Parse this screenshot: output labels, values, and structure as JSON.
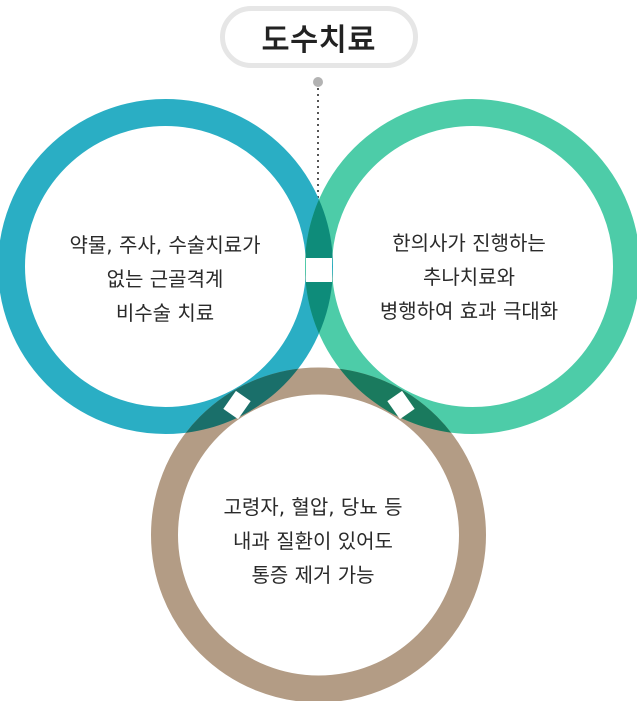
{
  "title": "도수치료",
  "circles": {
    "left": {
      "lines": [
        "약물, 주사, 수술치료가",
        "없는 근골격계",
        "비수술 치료"
      ],
      "color": "#2aaec4"
    },
    "right": {
      "lines": [
        "한의사가 진행하는",
        "추나치료와",
        "병행하여 효과 극대화"
      ],
      "color": "#4dcca8"
    },
    "bottom": {
      "lines": [
        "고령자, 혈압, 당뇨 등",
        "내과 질환이 있어도",
        "통증 제거 가능"
      ],
      "color": "#b39c85"
    }
  },
  "colors": {
    "overlap_dark_green": "#1a7a6e",
    "overlap_teal": "#0e8c7a",
    "pill_border": "#e6e6e6",
    "connector": "#555555"
  }
}
